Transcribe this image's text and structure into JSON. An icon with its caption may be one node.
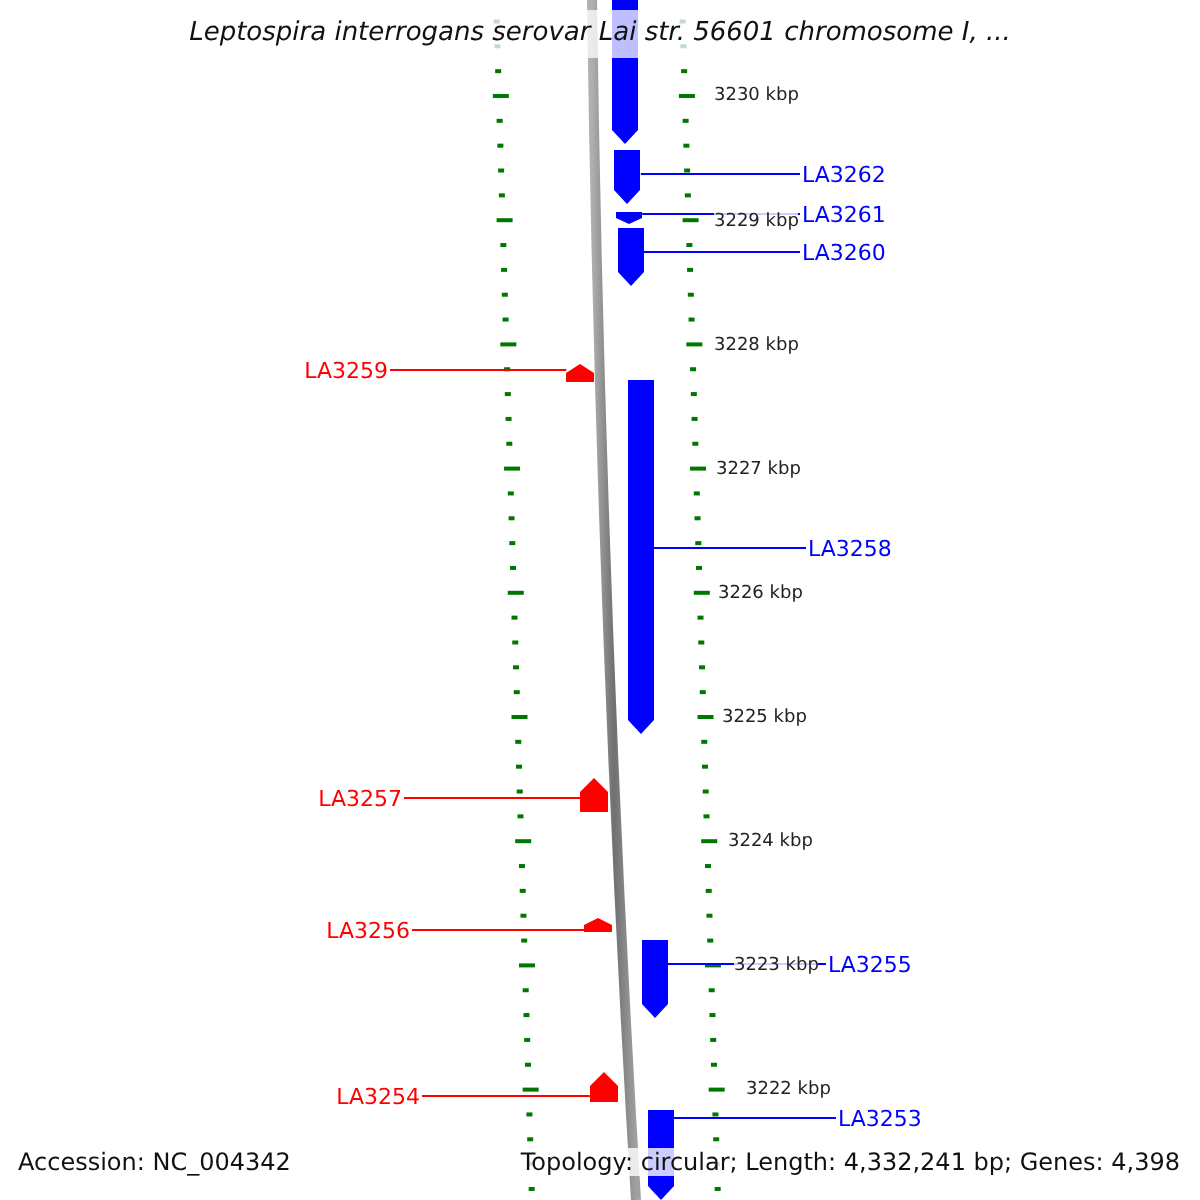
{
  "diagram": {
    "title": "Leptospira interrogans serovar Lai str. 56601 chromosome I, ...",
    "nodes": [
      {
        "text": [],
        "shape": "arrow"
      },
      {
        "text": [
          "LA3262"
        ]
      },
      {
        "text": [],
        "shape": "arrow"
      },
      {
        "text": [
          "LA3261"
        ]
      },
      {
        "text": [],
        "shape": "arrow"
      },
      {
        "text": [
          "LA3260"
        ]
      },
      {
        "text": [],
        "shape": "arrow"
      },
      {
        "text": [
          "LA3259"
        ]
      },
      {
        "text": [],
        "shape": "arrow"
      },
      {
        "text": [
          "LA3258"
        ]
      },
      {
        "text": [],
        "shape": "arrow"
      },
      {
        "text": [
          "LA3257"
        ]
      },
      {
        "text": [],
        "shape": "arrow"
      },
      {
        "text": [
          "LA3256"
        ]
      },
      {
        "text": [],
        "shape": "arrow"
      },
      {
        "text": [
          "LA3255"
        ]
      },
      {
        "text": [],
        "shape": "arrow"
      },
      {
        "text": [
          "LA3254"
        ]
      },
      {
        "text": [],
        "shape": "arrow"
      },
      {
        "text": [
          "LA3253"
        ]
      },
      {
        "text": [],
        "shape": "arrow"
      }
    ],
    "edges": [
      {
        "from": 1,
        "to": 2,
        "arrow": "none"
      },
      {
        "from": 3,
        "to": 4,
        "arrow": "none"
      },
      {
        "from": 5,
        "to": 6,
        "arrow": "none"
      },
      {
        "from": 7,
        "to": 8,
        "arrow": "none",
        "color": "#ff0000"
      },
      {
        "from": 9,
        "to": 10,
        "arrow": "none"
      },
      {
        "from": 11,
        "to": 12,
        "arrow": "none",
        "color": "#ff0000"
      },
      {
        "from": 13,
        "to": 14,
        "arrow": "none",
        "color": "#ff0000"
      },
      {
        "from": 15,
        "to": 16,
        "arrow": "none"
      },
      {
        "from": 17,
        "to": 18,
        "arrow": "none",
        "color": "#ff0000"
      },
      {
        "from": 19,
        "to": 20,
        "arrow": "none"
      }
    ],
    "labels": [
      "3230 kbp",
      "3229 kbp",
      "3228 kbp",
      "3227 kbp",
      "3226 kbp",
      "3225 kbp",
      "3224 kbp",
      "3223 kbp",
      "3222 kbp",
      "Accession: NC_004342",
      "Topology: circular; Length: 4,332,241 bp; Genes: 4,398"
    ]
  }
}
